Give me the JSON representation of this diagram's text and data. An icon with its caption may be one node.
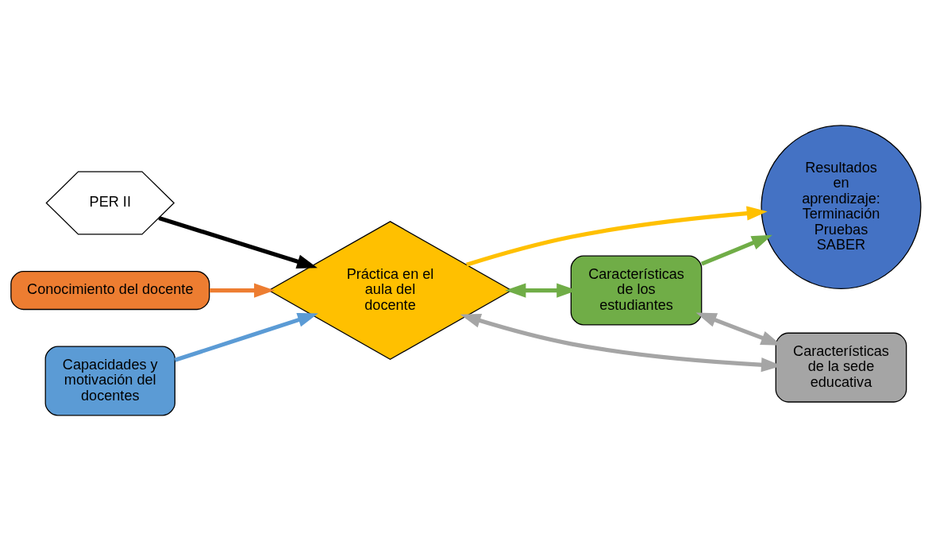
{
  "diagram": {
    "nodes": [
      {
        "text": [
          "PER II"
        ]
      },
      {
        "text": [
          "Conocimiento del docente"
        ]
      },
      {
        "text": [
          "Capacidades y motivación del docentes"
        ]
      },
      {
        "text": [
          "Práctica en el aula del docente"
        ]
      },
      {
        "text": [
          "Resultados en aprendizaje: Terminación Pruebas SABER"
        ]
      },
      {
        "text": [
          "Características de los estudiantes"
        ]
      },
      {
        "text": [
          "Características de la sede educativa"
        ]
      }
    ],
    "edges": [
      {
        "from": 0,
        "to": 3,
        "arrow": "to",
        "color": "#000000"
      },
      {
        "from": 1,
        "to": 3,
        "arrow": "to",
        "color": "#ed7d31"
      },
      {
        "from": 2,
        "to": 3,
        "arrow": "to",
        "color": "#5b9bd5"
      },
      {
        "from": 3,
        "to": 4,
        "arrow": "to",
        "color": "#ffc000"
      },
      {
        "from": 3,
        "to": 5,
        "arrow": "both",
        "color": "#70ad47"
      },
      {
        "from": 5,
        "to": 4,
        "arrow": "to",
        "color": "#70ad47"
      },
      {
        "from": 5,
        "to": 6,
        "arrow": "both",
        "color": "#a5a5a5"
      },
      {
        "from": 3,
        "to": 6,
        "arrow": "both",
        "color": "#a5a5a5"
      }
    ]
  }
}
